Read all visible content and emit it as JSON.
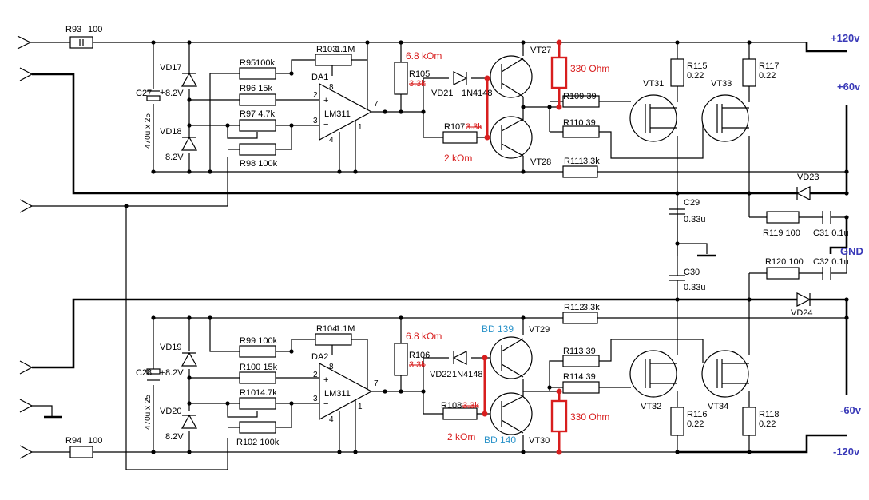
{
  "rails": {
    "p120": "+120v",
    "p60": "+60v",
    "gnd": "GND",
    "m60": "-60v",
    "m120": "-120v"
  },
  "colors": {
    "wire": "#000000",
    "modification": "#d81e1e",
    "rail_label": "#3a3ab8",
    "transistor_type": "#2b93c9"
  },
  "top": {
    "r93": "R93",
    "r93v": "100",
    "c27": "C27",
    "c27v": "470u x 25",
    "c27plus": "+",
    "vd17": "VD17",
    "vd17v": "8.2V",
    "vd18": "VD18",
    "vd18v": "8.2V",
    "r95": "R95100k",
    "r96": "R96  15k",
    "r97": "R97  4.7k",
    "r98": "R98  100k",
    "r103": "R103",
    "r103v": "1.1M",
    "da1": "DA1",
    "ic": "LM311",
    "pin8": "8",
    "pin2": "2",
    "pin3": "3",
    "pin4": "4",
    "pin7": "7",
    "pin1": "1",
    "plus": "+",
    "minus": "−",
    "r105": "R105",
    "r105old": "3.3k",
    "r105new": "6.8 kOm",
    "vd21": "VD21",
    "vd21v": "1N4148",
    "r107": "R107",
    "r107old": "3.3k",
    "r107new": "2 kOm",
    "vt27": "VT27",
    "vt28": "VT28",
    "res330": "330 Ohm",
    "r109": "R109 39",
    "r110": "R110 39",
    "r111": "R111",
    "r111v": "3.3k",
    "vt31": "VT31",
    "vt33": "VT33",
    "r115": "R115",
    "r115v": "0.22",
    "r117": "R117",
    "r117v": "0.22",
    "vd23": "VD23",
    "c29": "C29",
    "c29v": "0.33u",
    "r119": "R119  100",
    "c31": "C31  0.1u"
  },
  "bottom": {
    "r94": "R94",
    "r94v": "100",
    "c28": "C28",
    "c28v": "470u x 25",
    "c28plus": "+",
    "vd19": "VD19",
    "vd19v": "8.2V",
    "vd20": "VD20",
    "vd20v": "8.2V",
    "r99": "R99  100k",
    "r100": "R100  15k",
    "r101": "R101",
    "r101v": "4.7k",
    "r102": "R102  100k",
    "r104": "R104",
    "r104v": "1.1M",
    "da2": "DA2",
    "ic": "LM311",
    "pin8": "8",
    "pin2": "2",
    "pin3": "3",
    "pin4": "4",
    "pin7": "7",
    "pin1": "1",
    "plus": "+",
    "minus": "−",
    "r106": "R106",
    "r106old": "3.3k",
    "r106new": "6.8 kOm",
    "vd22": "VD22",
    "vd22v": "1N4148",
    "r108": "R108",
    "r108old": "3.3k",
    "r108new": "2 kOm",
    "vt29": "VT29",
    "vt30": "VT30",
    "bd139": "BD 139",
    "bd140": "BD 140",
    "res330": "330 Ohm",
    "r113": "R113  39",
    "r114": "R114  39",
    "r112": "R112",
    "r112v": "3.3k",
    "vt32": "VT32",
    "vt34": "VT34",
    "r116": "R116",
    "r116v": "0.22",
    "r118": "R118",
    "r118v": "0.22",
    "vd24": "VD24",
    "c30": "C30",
    "c30v": "0.33u",
    "r120": "R120  100",
    "c32": "C32  0.1u"
  }
}
